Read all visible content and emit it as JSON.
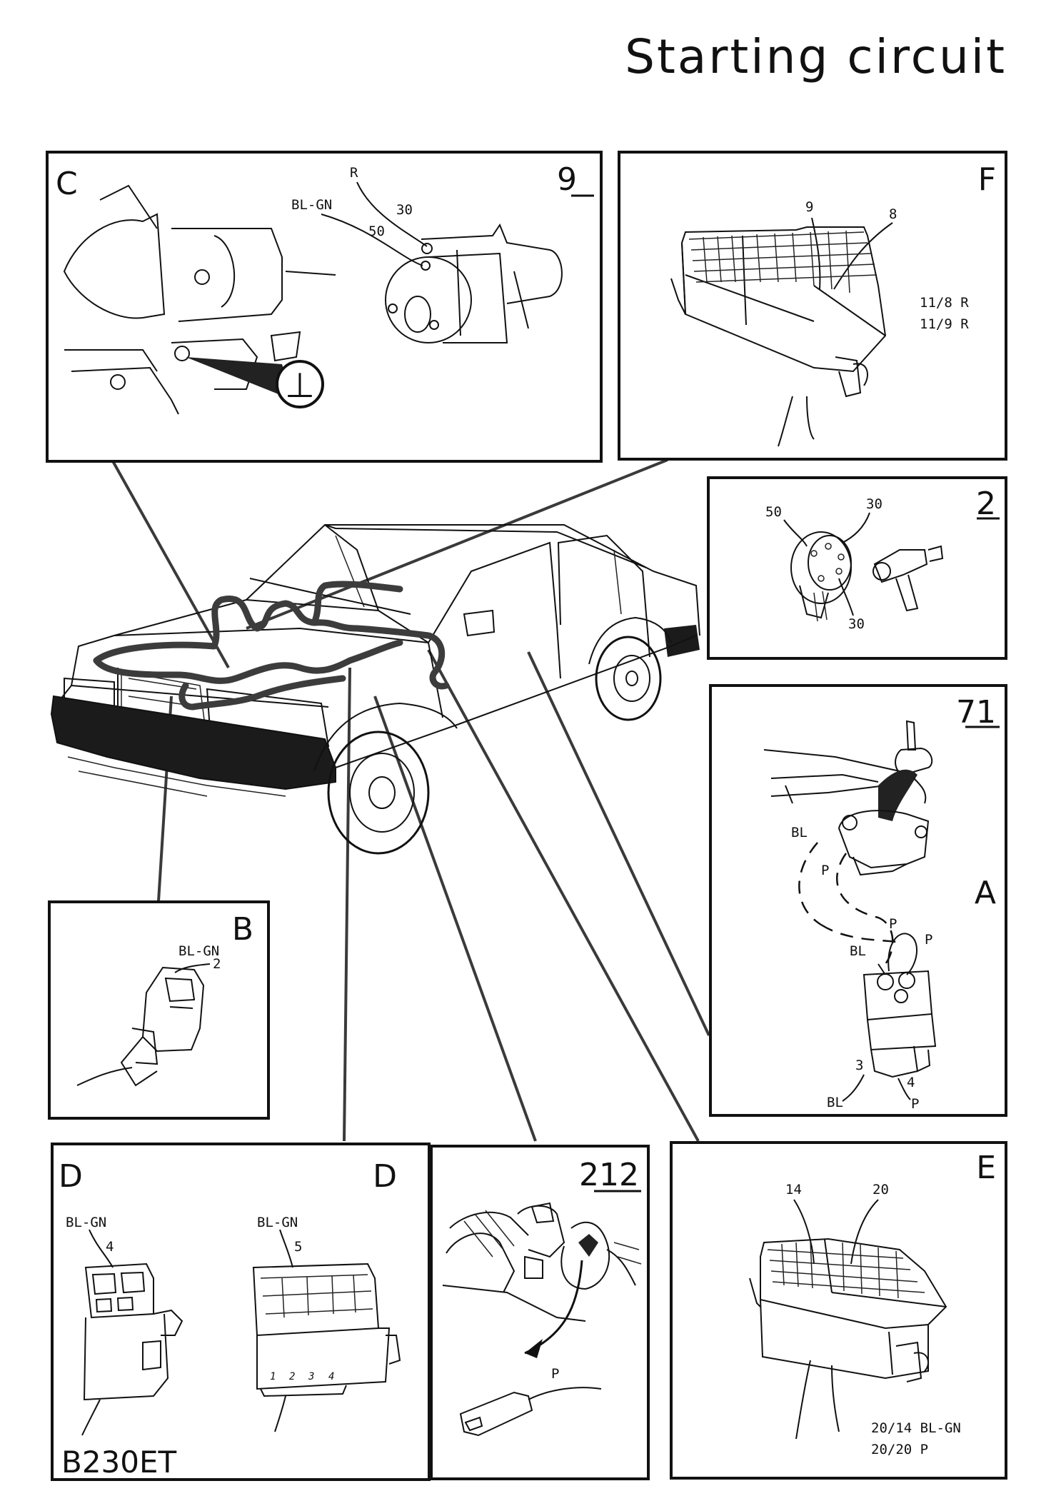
{
  "title": "Starting circuit",
  "panels": {
    "C": {
      "letter": "C",
      "number": "9",
      "wire_r": "R",
      "wire_blgn": "BL-GN",
      "term_30": "30",
      "term_50": "50",
      "ground_symbol": "⊥"
    },
    "F": {
      "letter": "F",
      "pin_9": "9",
      "pin_8": "8",
      "line1": "11/8 R",
      "line2": "11/9 R"
    },
    "n2": {
      "number": "2",
      "term_50": "50",
      "term_30a": "30",
      "term_30b": "30"
    },
    "A": {
      "letter": "A",
      "number": "71",
      "bl_top": "BL",
      "p_mid": "P",
      "p_upper": "P",
      "p_right": "P",
      "bl_mid": "BL",
      "pin_3": "3",
      "pin_4": "4",
      "bl_bottom": "BL",
      "p_bottom": "P"
    },
    "B": {
      "letter": "B",
      "wire": "BL-GN",
      "pin": "2"
    },
    "D": {
      "letter_left": "D",
      "letter_right": "D",
      "wire_left": "BL-GN",
      "pin_left": "4",
      "wire_right": "BL-GN",
      "pin_right": "5",
      "terminals": [
        "1",
        "2",
        "3",
        "4"
      ],
      "engine": "B230ET"
    },
    "n212": {
      "number": "212",
      "wire": "P"
    },
    "E": {
      "letter": "E",
      "pin_14": "14",
      "pin_20": "20",
      "line1": "20/14 BL-GN",
      "line2": "20/20 P"
    }
  }
}
